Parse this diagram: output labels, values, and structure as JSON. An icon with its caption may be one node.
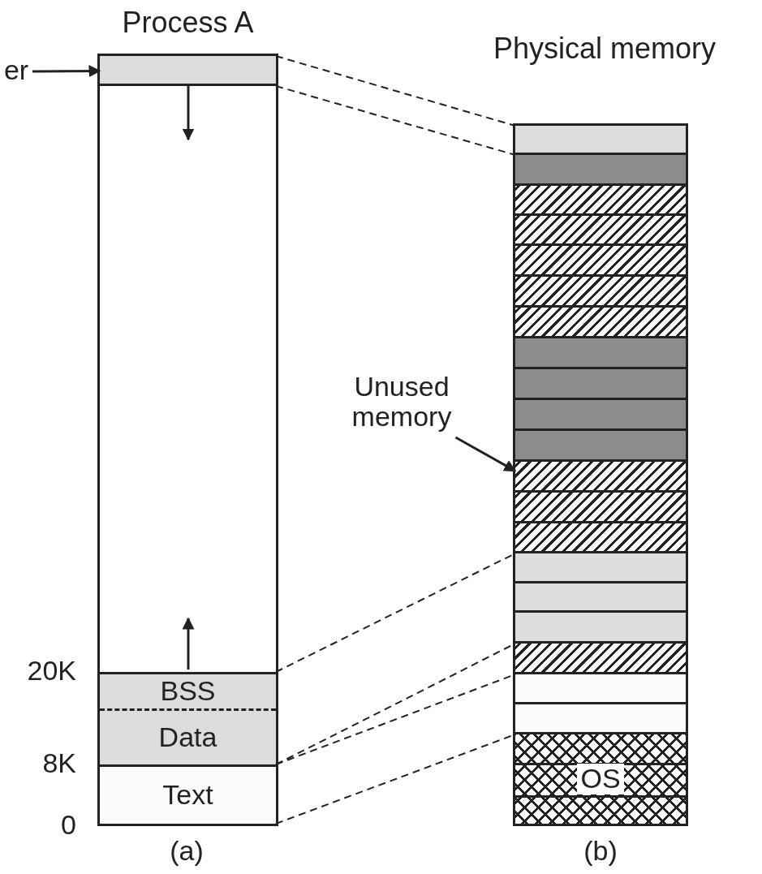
{
  "diagram": {
    "nodes": [
      {
        "text": [
          "Process A"
        ]
      },
      {
        "text": [],
        "shape": "bar",
        "in": 0
      },
      {
        "text": [
          "BSS"
        ],
        "in": 0
      },
      {
        "text": [
          "Data"
        ],
        "in": 0
      },
      {
        "text": [
          "Text"
        ],
        "in": 0
      },
      {
        "text": [
          "Physical memory"
        ]
      },
      {
        "text": [],
        "shape": "bar",
        "in": 5
      },
      {
        "text": [],
        "shape": "bar",
        "in": 5
      },
      {
        "text": [],
        "shape": "bar",
        "in": 5
      },
      {
        "text": [],
        "shape": "bar",
        "in": 5
      },
      {
        "text": [],
        "shape": "bar",
        "in": 5
      },
      {
        "text": [],
        "shape": "bar",
        "in": 5
      },
      {
        "text": [],
        "shape": "bar",
        "in": 5
      },
      {
        "text": [],
        "shape": "bar",
        "in": 5
      },
      {
        "text": [],
        "shape": "bar",
        "in": 5
      },
      {
        "text": [],
        "shape": "bar",
        "in": 5
      },
      {
        "text": [],
        "shape": "bar",
        "in": 5
      },
      {
        "text": [],
        "shape": "bar",
        "in": 5
      },
      {
        "text": [],
        "shape": "bar",
        "in": 5
      },
      {
        "text": [],
        "shape": "bar",
        "in": 5
      },
      {
        "text": [],
        "shape": "bar",
        "in": 5
      },
      {
        "text": [],
        "shape": "bar",
        "in": 5
      },
      {
        "text": [],
        "shape": "bar",
        "in": 5
      },
      {
        "text": [],
        "shape": "bar",
        "in": 5
      },
      {
        "text": [],
        "shape": "bar",
        "in": 5
      },
      {
        "text": [],
        "shape": "bar",
        "in": 5
      },
      {
        "text": [
          "OS"
        ],
        "in": 5
      },
      {
        "text": [
          "er"
        ]
      },
      {
        "text": [
          "Unused memory"
        ]
      }
    ],
    "edges": [
      {
        "from": 27,
        "to": 1,
        "arrow": "to"
      },
      {
        "from": 1,
        "to": 6,
        "arrow": "none",
        "style": "dashed"
      },
      {
        "from": 1,
        "to": 6,
        "arrow": "none",
        "style": "dashed"
      },
      {
        "from": 28,
        "to": 17,
        "arrow": "to"
      },
      {
        "from": 2,
        "to": 20,
        "arrow": "none",
        "style": "dashed"
      },
      {
        "from": 3,
        "to": 22,
        "arrow": "none",
        "style": "dashed"
      },
      {
        "from": 4,
        "to": 24,
        "arrow": "none",
        "style": "dashed"
      },
      {
        "from": 4,
        "to": 25,
        "arrow": "none",
        "style": "dashed"
      }
    ],
    "labels": [
      "20K",
      "8K",
      "0",
      "(a)",
      "(b)"
    ]
  }
}
